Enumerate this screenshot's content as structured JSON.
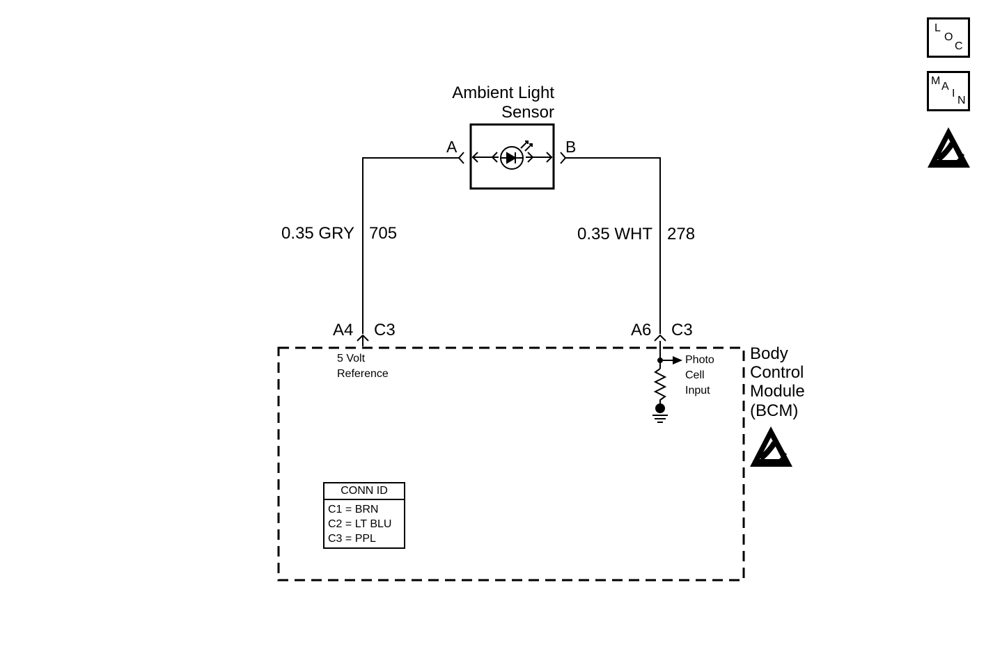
{
  "sensor": {
    "title_line1": "Ambient Light",
    "title_line2": "Sensor",
    "pin_a": "A",
    "pin_b": "B"
  },
  "wires": {
    "left_gauge_color": "0.35 GRY",
    "left_circuit": "705",
    "right_gauge_color": "0.35 WHT",
    "right_circuit": "278"
  },
  "bcm_connectors": {
    "left_pin": "A4",
    "left_conn": "C3",
    "right_pin": "A6",
    "right_conn": "C3"
  },
  "bcm": {
    "name_line1": "Body",
    "name_line2": "Control",
    "name_line3": "Module",
    "name_line4": "(BCM)",
    "ref_line1": "5 Volt",
    "ref_line2": "Reference",
    "input_line1": "Photo",
    "input_line2": "Cell",
    "input_line3": "Input"
  },
  "conn_id": {
    "title": "CONN ID",
    "rows": [
      "C1 = BRN",
      "C2 = LT BLU",
      "C3 = PPL"
    ]
  },
  "nav": {
    "loc_letters": [
      "L",
      "O",
      "C"
    ],
    "main_letters": [
      "M",
      "A",
      "I",
      "N"
    ]
  },
  "icons": {
    "esd_top": "esd-warning-icon",
    "esd_bcm": "esd-warning-icon"
  },
  "colors": {
    "ink": "#000000",
    "paper": "#ffffff"
  }
}
